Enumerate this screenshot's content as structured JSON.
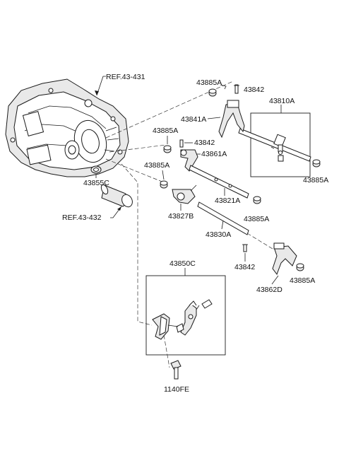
{
  "labels": {
    "ref_431": "REF.43-431",
    "ref_432": "REF.43-432",
    "p43885A_top": "43885A",
    "p43842_top": "43842",
    "p43810A": "43810A",
    "p43841A": "43841A",
    "p43885A_mid": "43885A",
    "p43842_mid": "43842",
    "p43861A": "43861A",
    "p43885A_left": "43885A",
    "p43885A_right": "43885A",
    "p43855C": "43855C",
    "p43821A": "43821A",
    "p43827B": "43827B",
    "p43885A_lower": "43885A",
    "p43830A": "43830A",
    "p43842_low": "43842",
    "p43862D": "43862D",
    "p43885A_bottom": "43885A",
    "p43850C": "43850C",
    "p1140FE": "1140FE"
  }
}
